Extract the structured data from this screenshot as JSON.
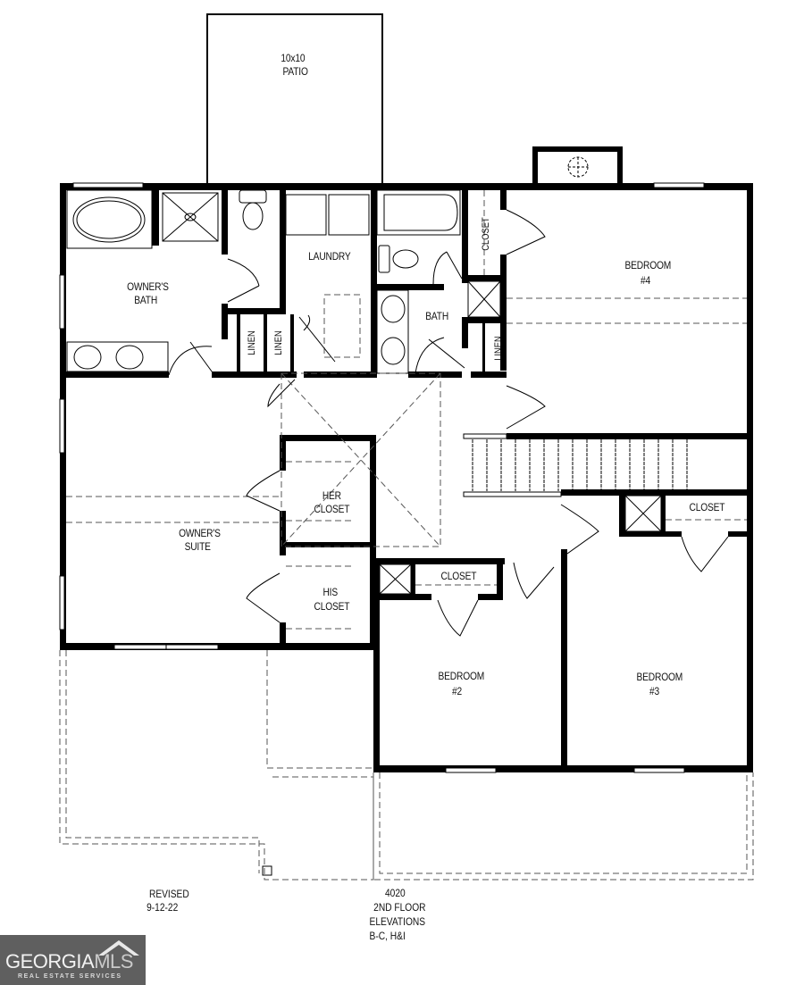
{
  "plan": {
    "plan_number": "4020",
    "floor": "2ND FLOOR",
    "elevations_label": "ELEVATIONS",
    "elevations_value": "B-C, H&I",
    "revised_label": "REVISED",
    "revised_date": "9-12-22"
  },
  "rooms": {
    "patio_size": "10x10",
    "patio": "PATIO",
    "owners_bath_1": "OWNER'S",
    "owners_bath_2": "BATH",
    "laundry": "LAUNDRY",
    "bath": "BATH",
    "closet_hall": "CLOSET",
    "bedroom4_1": "BEDROOM",
    "bedroom4_2": "#4",
    "linen_1": "LINEN",
    "linen_2": "LINEN",
    "linen_3": "LINEN",
    "owners_suite_1": "OWNER'S",
    "owners_suite_2": "SUITE",
    "her_closet_1": "HER",
    "her_closet_2": "CLOSET",
    "his_closet_1": "HIS",
    "his_closet_2": "CLOSET",
    "closet_bed2": "CLOSET",
    "closet_bed3": "CLOSET",
    "bedroom2_1": "BEDROOM",
    "bedroom2_2": "#2",
    "bedroom3_1": "BEDROOM",
    "bedroom3_2": "#3"
  },
  "watermark": {
    "brand_main": "GEORGIA",
    "brand_accent": "MLS",
    "tagline": "REAL ESTATE SERVICES"
  },
  "colors": {
    "wall": "#000000",
    "dashed": "#555555",
    "logo_bg": "#5f5f5f"
  }
}
